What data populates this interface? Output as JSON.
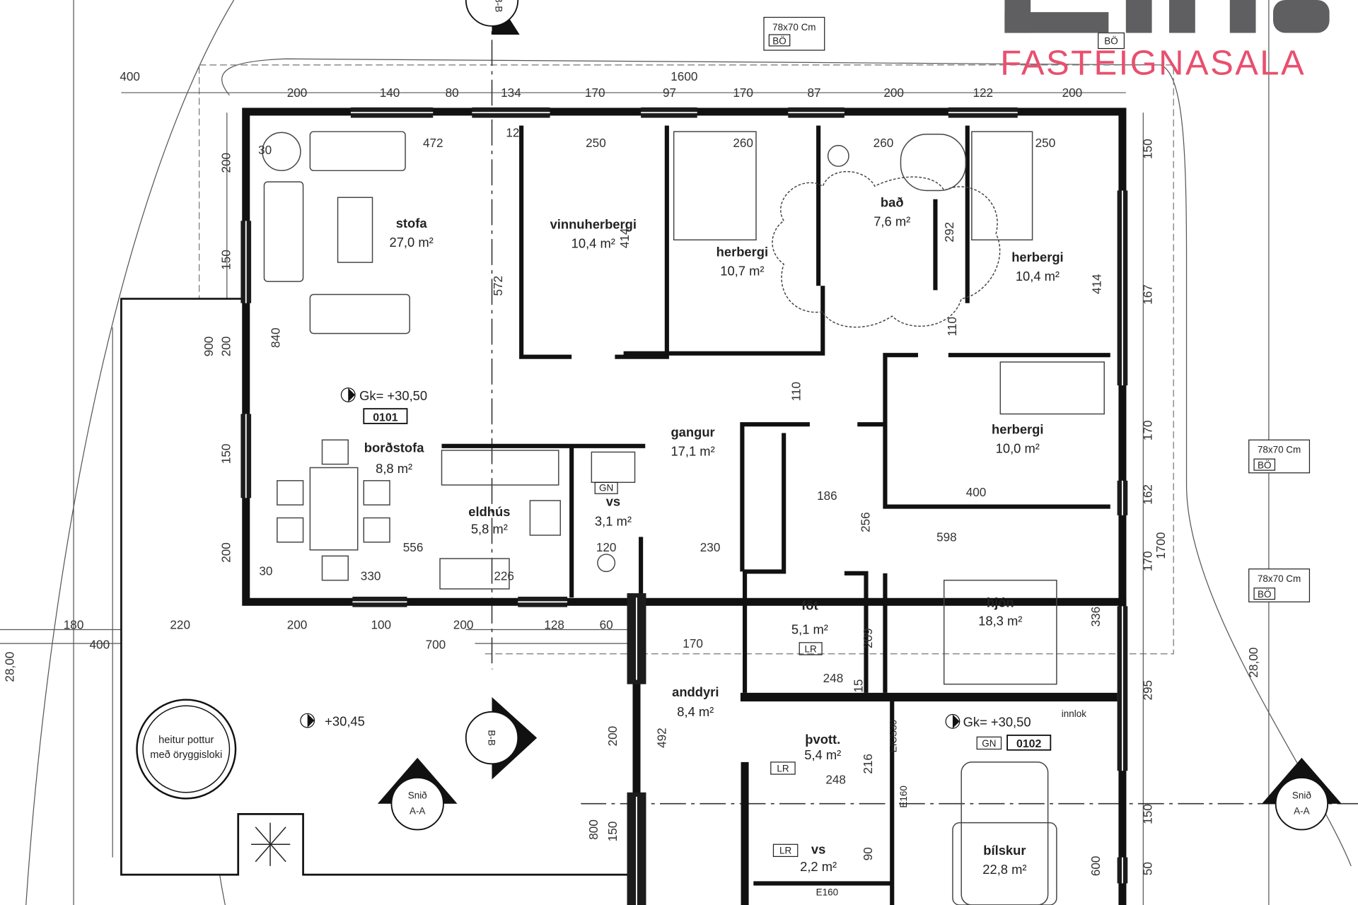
{
  "logo": {
    "brand": "LIND",
    "subtitle": "FASTEIGNASALA",
    "brand_color": "#5f5f62",
    "accent_color": "#e8506e"
  },
  "rooms": [
    {
      "name": "stofa",
      "area": "27,0 m²"
    },
    {
      "name": "vinnuherbergi",
      "area": "10,4 m²"
    },
    {
      "name": "herbergi",
      "area": "10,7 m²"
    },
    {
      "name": "bað",
      "area": "7,6 m²"
    },
    {
      "name": "herbergi",
      "area": "10,4 m²"
    },
    {
      "name": "gangur",
      "area": "17,1 m²"
    },
    {
      "name": "herbergi",
      "area": "10,0 m²"
    },
    {
      "name": "borðstofa",
      "area": "8,8 m²"
    },
    {
      "name": "eldhús",
      "area": "5,8 m²"
    },
    {
      "name": "vs",
      "area": "3,1 m²"
    },
    {
      "name": "föt",
      "area": "5,1 m²"
    },
    {
      "name": "hjón",
      "area": "18,3 m²"
    },
    {
      "name": "anddyri",
      "area": "8,4 m²"
    },
    {
      "name": "þvott.",
      "area": "5,4 m²"
    },
    {
      "name": "vs",
      "area": "2,2 m²"
    },
    {
      "name": "bílskur",
      "area": "22,8 m²"
    }
  ],
  "tags": {
    "lr": "LR",
    "gn": "GN",
    "bo": "BÖ",
    "window": "78x70 Cm",
    "unit1": "0101",
    "unit2": "0102",
    "e160": "E160",
    "eics30": "EICS30",
    "innlok": "innlok"
  },
  "levels": {
    "gk1": "Gk= +30,50",
    "gk2": "Gk= +30,50",
    "terrace": "+30,45"
  },
  "hot_tub": {
    "line1": "heitur pottur",
    "line2": "með öryggisloki"
  },
  "sections": {
    "label": "Snið",
    "aa": "A-A",
    "bb": "B-B"
  },
  "dims": {
    "top": [
      "1600",
      "200",
      "140",
      "80",
      "134",
      "170",
      "97",
      "170",
      "87",
      "200",
      "122",
      "200",
      "400"
    ],
    "left": [
      "200",
      "150",
      "200",
      "900",
      "150",
      "200",
      "840"
    ],
    "bottom": [
      "180",
      "220",
      "200",
      "100",
      "200",
      "128",
      "60",
      "400",
      "700"
    ],
    "right": [
      "150",
      "167",
      "170",
      "162",
      "1700",
      "170",
      "336",
      "295",
      "150",
      "600",
      "50"
    ],
    "interior": [
      "472",
      "250",
      "260",
      "260",
      "250",
      "414",
      "292",
      "414",
      "572",
      "110",
      "110",
      "186",
      "256",
      "400",
      "598",
      "556",
      "120",
      "230",
      "330",
      "226",
      "170",
      "248",
      "209",
      "15",
      "200",
      "492",
      "800",
      "150",
      "248",
      "216",
      "90",
      "12",
      "30",
      "30"
    ],
    "overall": [
      "28,00",
      "28,00"
    ]
  }
}
